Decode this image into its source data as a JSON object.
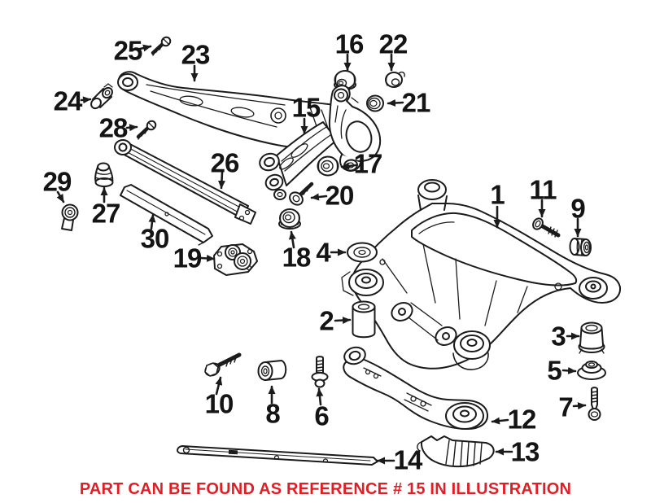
{
  "figure": {
    "background": "#ffffff",
    "line_color": "#1b1b1b",
    "caption": {
      "text": "PART CAN BE FOUND AS REFERENCE # 15 IN ILLUSTRATION",
      "color": "#de1f26",
      "highlighted_reference": "15"
    },
    "callouts": [
      {
        "ref": "1"
      },
      {
        "ref": "2"
      },
      {
        "ref": "3"
      },
      {
        "ref": "4"
      },
      {
        "ref": "5"
      },
      {
        "ref": "6"
      },
      {
        "ref": "7"
      },
      {
        "ref": "8"
      },
      {
        "ref": "9"
      },
      {
        "ref": "10"
      },
      {
        "ref": "11"
      },
      {
        "ref": "12"
      },
      {
        "ref": "13"
      },
      {
        "ref": "14"
      },
      {
        "ref": "15"
      },
      {
        "ref": "16"
      },
      {
        "ref": "17"
      },
      {
        "ref": "18"
      },
      {
        "ref": "19"
      },
      {
        "ref": "20"
      },
      {
        "ref": "21"
      },
      {
        "ref": "22"
      },
      {
        "ref": "23"
      },
      {
        "ref": "24"
      },
      {
        "ref": "25"
      },
      {
        "ref": "26"
      },
      {
        "ref": "27"
      },
      {
        "ref": "28"
      },
      {
        "ref": "29"
      },
      {
        "ref": "30"
      }
    ]
  }
}
